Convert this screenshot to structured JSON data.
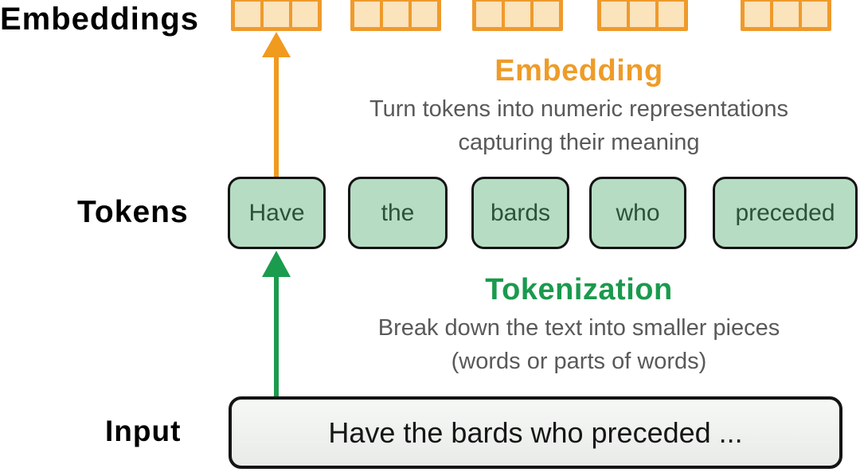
{
  "diagram": {
    "rows": {
      "embeddings": {
        "label": "Embeddings"
      },
      "tokens": {
        "label": "Tokens",
        "items": [
          "Have",
          "the",
          "bards",
          "who",
          "preceded"
        ]
      },
      "input": {
        "label": "Input",
        "text": "Have the bards who preceded ..."
      }
    },
    "steps": {
      "embedding": {
        "title": "Embedding",
        "description_line1": "Turn tokens into numeric representations",
        "description_line2": "capturing their meaning"
      },
      "tokenization": {
        "title": "Tokenization",
        "description_line1": "Break down the text into smaller pieces",
        "description_line2": "(words or parts of words)"
      }
    },
    "embedding_vectors": {
      "count": 5,
      "cells_per_vector": 3
    },
    "colors": {
      "accent_orange": "#EE9C28",
      "accent_green": "#1A9A4D",
      "embedding_border": "#EF9A2B",
      "embedding_cell_fill": "#FBE3BC",
      "token_fill": "#B6DDC3",
      "token_text": "#2C5238",
      "description_gray": "#595959",
      "input_fill": "#ECEFEC",
      "outline_black": "#141414"
    }
  }
}
